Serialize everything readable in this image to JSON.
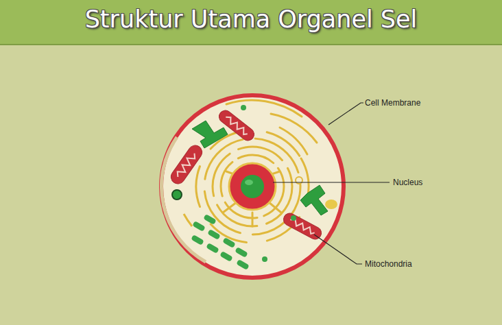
{
  "diagram": {
    "title": "Struktur Utama Organel Sel",
    "labels": [
      "Cell Membrane",
      "Nucleus",
      "Mitochondria"
    ]
  }
}
